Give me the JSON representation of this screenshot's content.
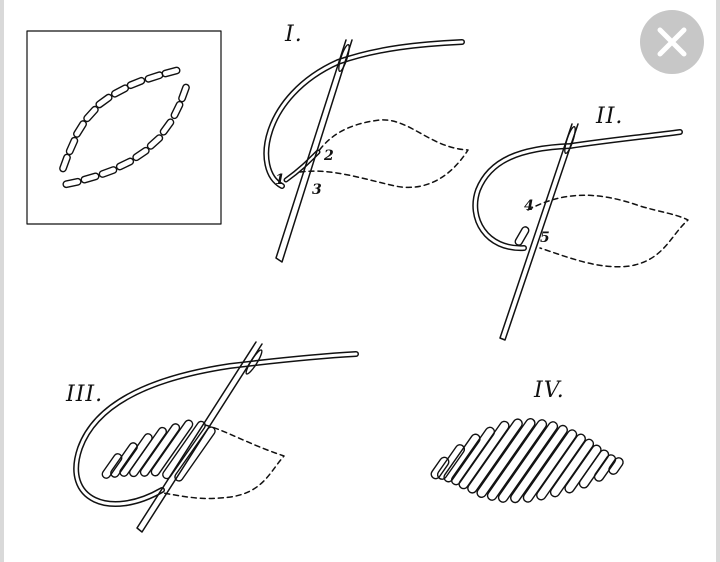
{
  "steps": [
    {
      "label": "I."
    },
    {
      "label": "II."
    },
    {
      "label": "III."
    },
    {
      "label": "IV."
    }
  ],
  "points": [
    "1",
    "2",
    "3",
    "4",
    "5"
  ],
  "icons": {
    "close": "close-icon"
  },
  "colors": {
    "line": "#111111",
    "close_bg": "#c7c7c7",
    "close_fg": "#ffffff",
    "frame": "#d9d9d9"
  }
}
